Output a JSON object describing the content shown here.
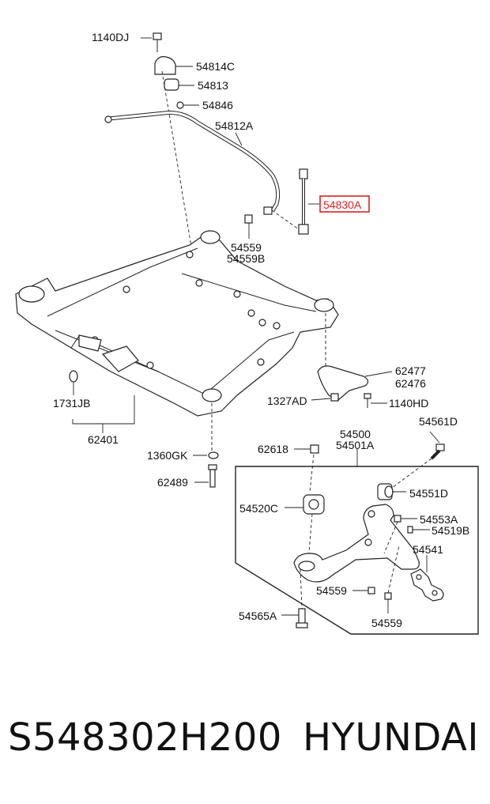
{
  "diagram": {
    "highlighted_part": "54830A",
    "labels": {
      "l1140DJ": "1140DJ",
      "l54814C": "54814C",
      "l54813": "54813",
      "l54846": "54846",
      "l54812A": "54812A",
      "l54830A": "54830A",
      "l54559_top": "54559",
      "l54559B": "54559B",
      "l62477": "62477",
      "l62476": "62476",
      "l1327AD": "1327AD",
      "l1140HD": "1140HD",
      "l1731JB": "1731JB",
      "l62401": "62401",
      "l54500": "54500",
      "l54501A": "54501A",
      "l54561D": "54561D",
      "l62618": "62618",
      "l1360GK": "1360GK",
      "l62489": "62489",
      "l54551D": "54551D",
      "l54520C": "54520C",
      "l54553A": "54553A",
      "l54519B": "54519B",
      "l54541": "54541",
      "l54559_mid": "54559",
      "l54559_low": "54559",
      "l54565A": "54565A"
    }
  },
  "footer": {
    "part_number": "S548302H200",
    "brand": "HYUNDAI"
  }
}
